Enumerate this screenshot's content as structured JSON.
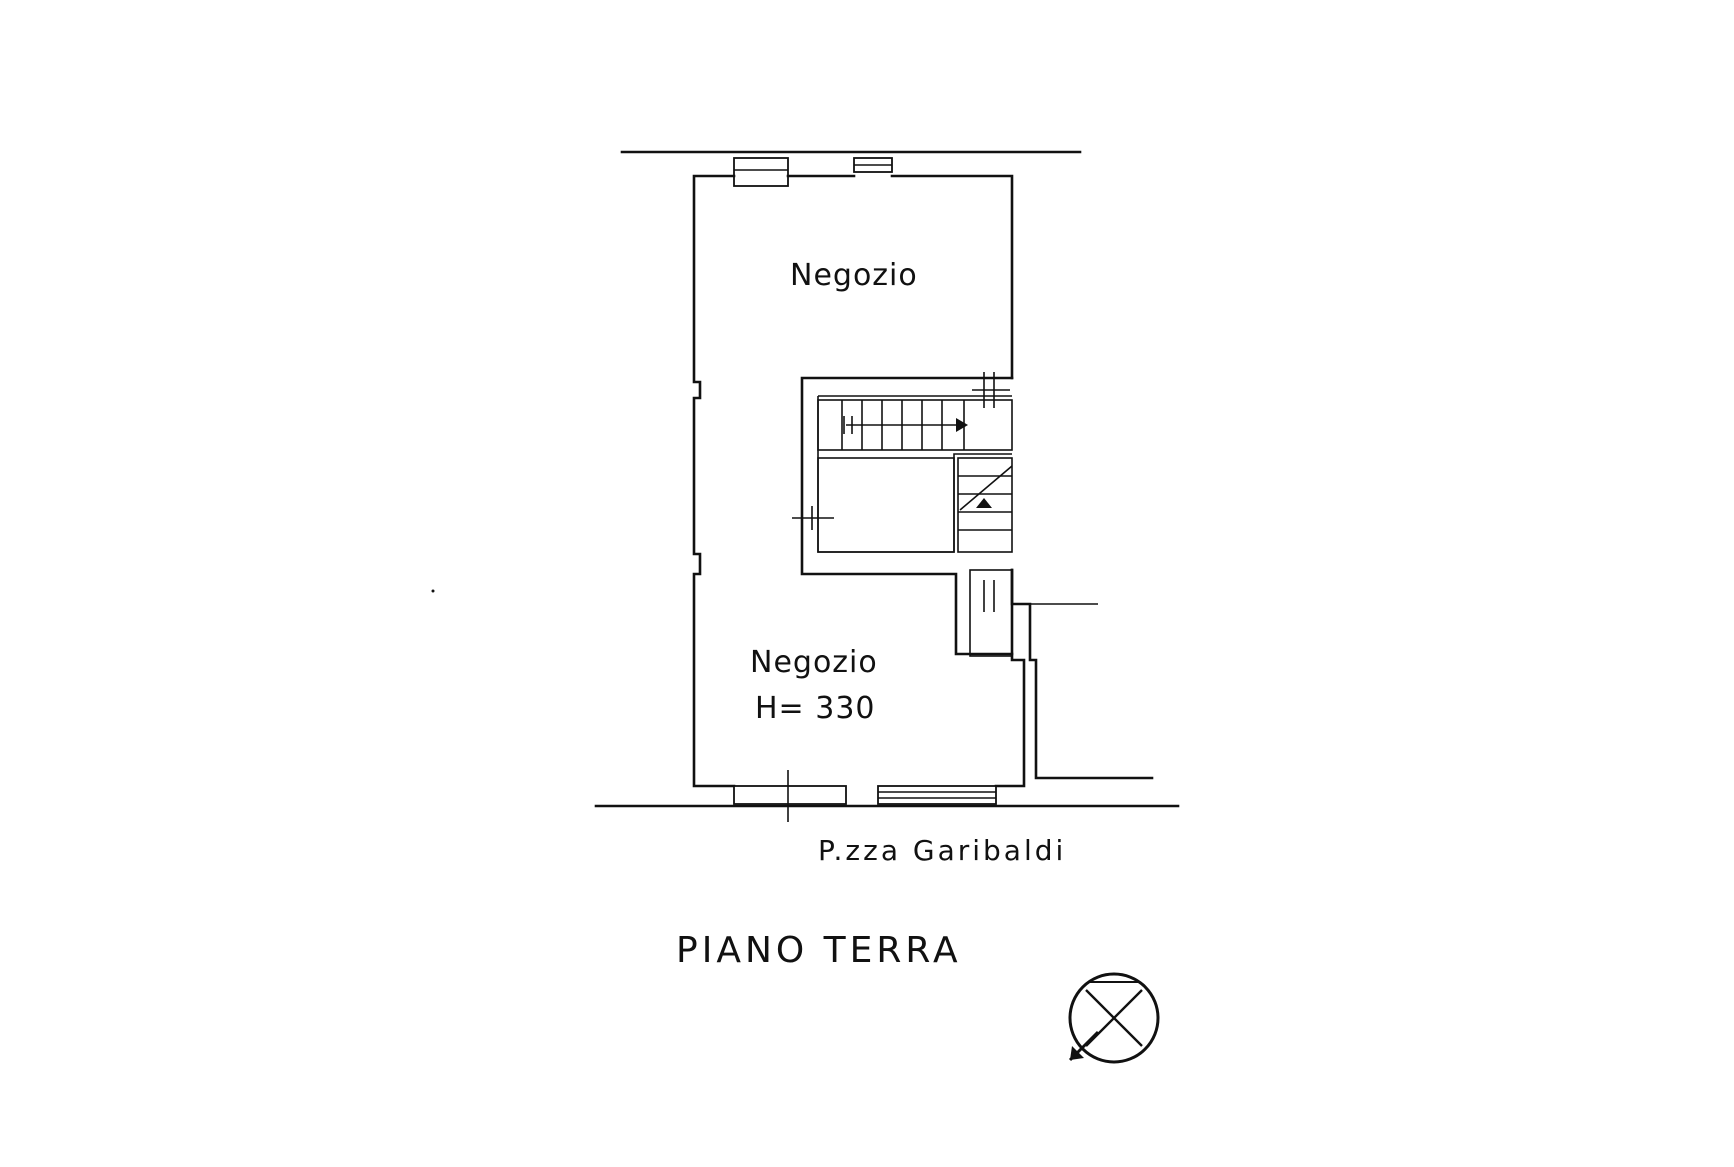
{
  "plan": {
    "rooms": [
      {
        "label": "Negozio"
      },
      {
        "label": "Negozio",
        "height_note": "H= 330"
      }
    ],
    "street_label": "P.zza Garibaldi",
    "floor_label": "PIANO TERRA",
    "north_symbol": "north-arrow-icon"
  }
}
